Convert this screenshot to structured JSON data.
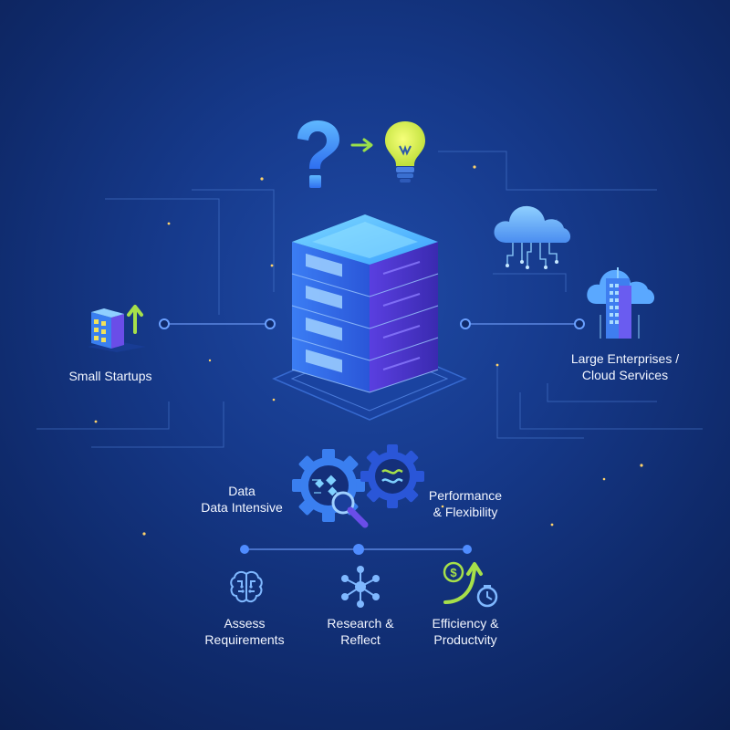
{
  "labels": {
    "small_startups": "Small Startups",
    "large_enterprises_line1": "Large Enterprises /",
    "large_enterprises_line2": "Cloud Services",
    "data_line1": "Data",
    "data_line2": "Data Intensive",
    "performance_line1": "Performance",
    "performance_line2": "& Flexibility",
    "assess_line1": "Assess",
    "assess_line2": "Requirements",
    "research_line1": "Research &",
    "research_line2": "Reflect",
    "efficiency_line1": "Efficiency &",
    "efficiency_line2": "Productvity"
  },
  "icons": {
    "question": "question-mark-icon",
    "arrow": "arrow-right-icon",
    "lightbulb": "lightbulb-icon",
    "server": "server-stack-icon",
    "cloud_circuit": "cloud-circuit-icon",
    "cloud_building": "cloud-building-icon",
    "building_growth": "building-growth-icon",
    "gear_data": "gear-data-icon",
    "gear_flow": "gear-flow-icon",
    "magnifier": "magnifier-icon",
    "brain": "brain-icon",
    "network": "network-icon",
    "money_growth": "money-growth-icon"
  },
  "colors": {
    "accent_blue": "#3aa0ff",
    "accent_cyan": "#6fd8ff",
    "accent_green": "#a6e04a",
    "accent_yellow": "#e6f04a",
    "accent_purple": "#6a3de8"
  }
}
